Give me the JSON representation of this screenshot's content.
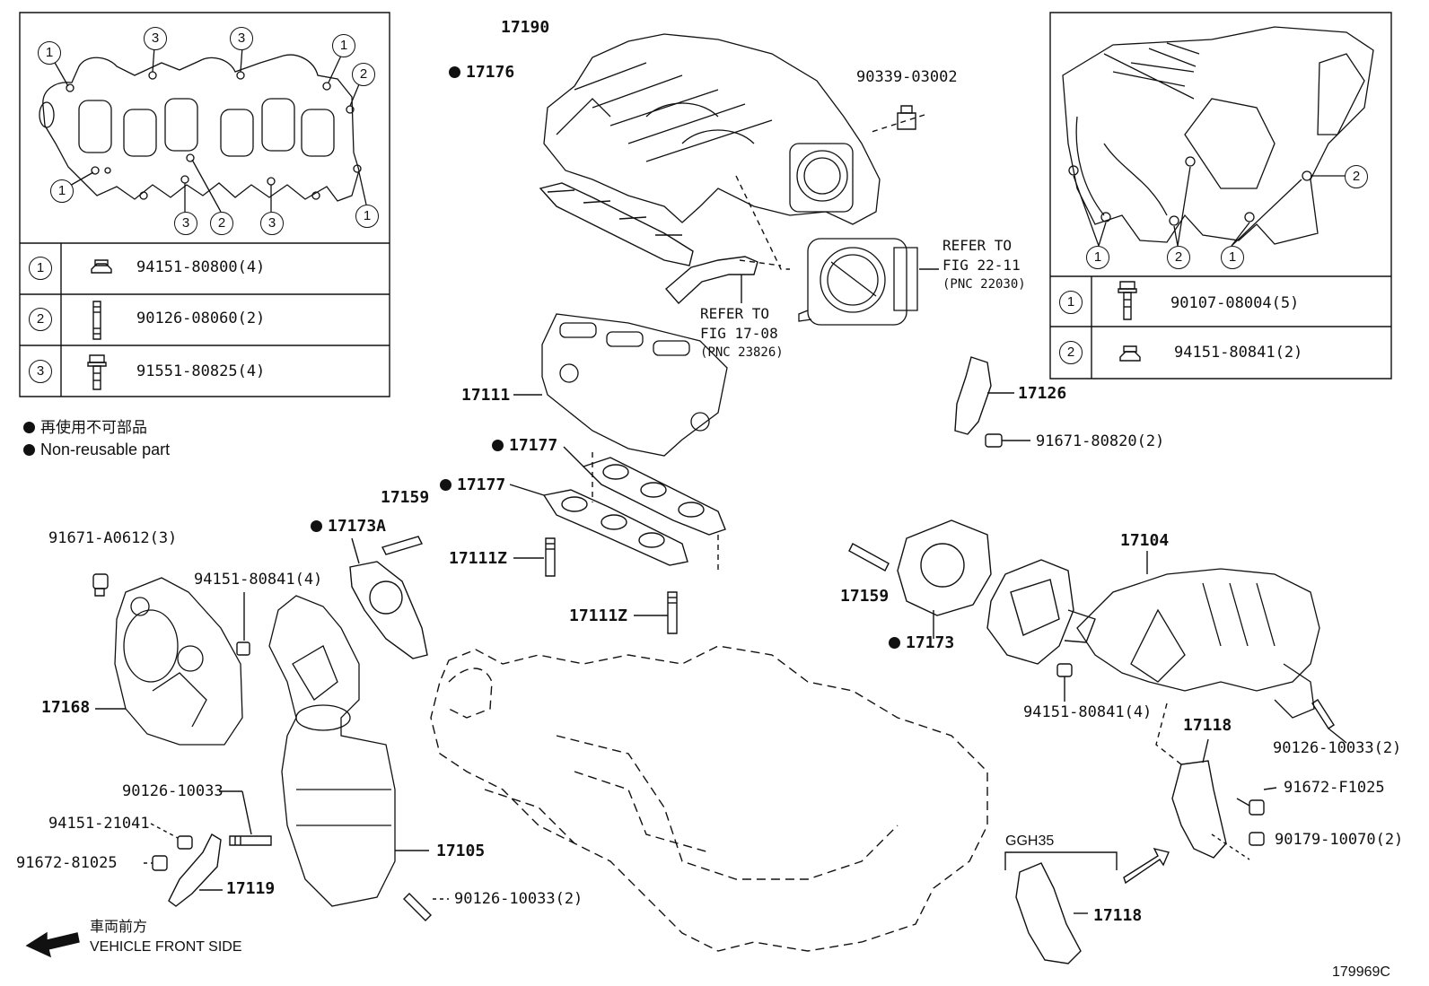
{
  "diagram_id": "179969C",
  "legend": {
    "jp": "再使用不可部品",
    "en": "Non-reusable part"
  },
  "front_side": {
    "jp": "車両前方",
    "en": "VEHICLE FRONT SIDE"
  },
  "inset_left": {
    "callouts": [
      "1",
      "2",
      "3"
    ],
    "rows": [
      {
        "num": "1",
        "part": "94151-80800(4)"
      },
      {
        "num": "2",
        "part": "90126-08060(2)"
      },
      {
        "num": "3",
        "part": "91551-80825(4)"
      }
    ]
  },
  "inset_right": {
    "callouts": [
      "1",
      "2"
    ],
    "rows": [
      {
        "num": "1",
        "part": "90107-08004(5)"
      },
      {
        "num": "2",
        "part": "94151-80841(2)"
      }
    ]
  },
  "refs": {
    "throttle": [
      "REFER TO",
      "FIG 22-11",
      "(PNC 22030)"
    ],
    "hose": [
      "REFER TO",
      "FIG 17-08",
      "(PNC 23826)"
    ],
    "variant": "GGH35"
  },
  "labels": {
    "p17190": "17190",
    "p17176": "17176",
    "p90339": "90339-03002",
    "p17111": "17111",
    "p17126": "17126",
    "p91671_80820": "91671-80820(2)",
    "p17177a": "17177",
    "p17177b": "17177",
    "p17159a": "17159",
    "p17173A": "17173A",
    "p17111Z_a": "17111Z",
    "p17111Z_b": "17111Z",
    "p91671_A0612": "91671-A0612(3)",
    "p94151_80841_left": "94151-80841(4)",
    "p17168": "17168",
    "p17159b": "17159",
    "p17173": "17173",
    "p17104": "17104",
    "p94151_80841_right": "94151-80841(4)",
    "p90126_10033_r": "90126-10033(2)",
    "p17118a": "17118",
    "p91672_F1025": "91672-F1025",
    "p90179_10070": "90179-10070(2)",
    "p17118b": "17118",
    "p90126_10033": "90126-10033",
    "p94151_21041": "94151-21041",
    "p91672_81025": "91672-81025",
    "p17119": "17119",
    "p17105": "17105",
    "p90126_10033_l": "90126-10033(2)"
  }
}
